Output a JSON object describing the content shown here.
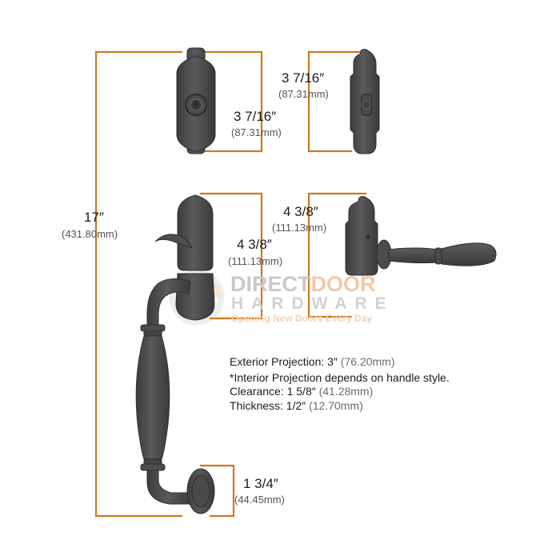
{
  "colors": {
    "dimension_line": "#c97a1e",
    "hardware": "#4a4a4c",
    "hardware_shadow": "#2f2f31",
    "hardware_highlight": "#6a6a6c"
  },
  "dimensions": {
    "overall_height": {
      "fraction": "17″",
      "metric": "(431.80mm)"
    },
    "deadbolt_exterior": {
      "fraction": "3 7/16″",
      "metric": "(87.31mm)"
    },
    "deadbolt_interior": {
      "fraction": "3 7/16″",
      "metric": "(87.31mm)"
    },
    "handle_plate_exterior": {
      "fraction": "4 3/8″",
      "metric": "(111.13mm)"
    },
    "handle_plate_interior": {
      "fraction": "4 3/8″",
      "metric": "(111.13mm)"
    },
    "bottom_rosette": {
      "fraction": "1 3/4″",
      "metric": "(44.45mm)"
    }
  },
  "specs": [
    {
      "label": "Exterior Projection: 3″",
      "metric": " (76.20mm)"
    },
    {
      "label": "*Interior Projection depends on handle style.",
      "metric": ""
    },
    {
      "label": "Clearance: 1 5/8″",
      "metric": " (41.28mm)"
    },
    {
      "label": "Thickness: 1/2″",
      "metric": " (12.70mm)"
    }
  ],
  "watermark": {
    "brand_a": "DIRECT",
    "brand_b": "DOOR",
    "brand_line2": "HARDWARE",
    "tagline": "Opening New Doors Every Day"
  }
}
